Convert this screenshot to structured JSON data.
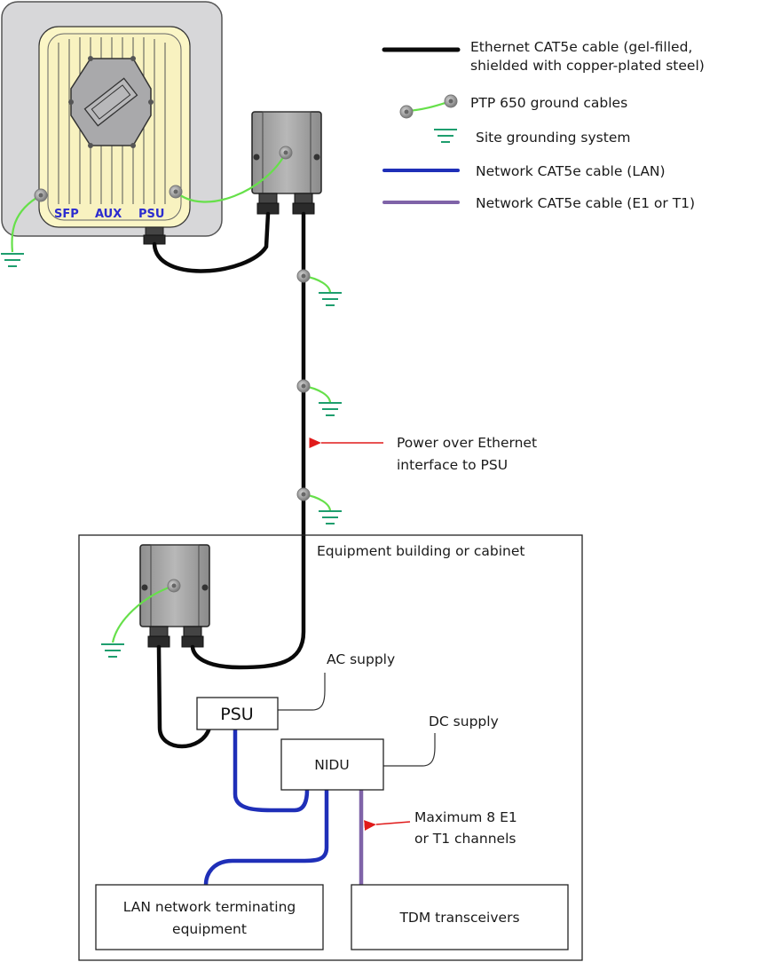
{
  "legend": {
    "ethernet_line1": "Ethernet CAT5e cable (gel-filled,",
    "ethernet_line2": "shielded with copper-plated steel)",
    "ground_cables": "PTP 650 ground cables",
    "site_grounding": "Site grounding system",
    "network_lan": "Network CAT5e cable (LAN)",
    "network_e1t1": "Network CAT5e cable (E1 or T1)"
  },
  "odu_ports": {
    "sfp": "SFP",
    "aux": "AUX",
    "psu": "PSU"
  },
  "annotations": {
    "poe_line1": "Power over Ethernet",
    "poe_line2": "interface to PSU",
    "building": "Equipment building or cabinet",
    "ac_supply": "AC supply",
    "dc_supply": "DC supply",
    "max_line1": "Maximum 8 E1",
    "max_line2": "or T1 channels"
  },
  "boxes": {
    "psu": "PSU",
    "nidu": "NIDU",
    "lan_line1": "LAN network terminating",
    "lan_line2": "equipment",
    "tdm": "TDM transceivers"
  },
  "colors": {
    "ethernet_cable": "#0a0a0a",
    "ground_cable": "#66e04a",
    "site_ground": "#1e9e6e",
    "lan_cable": "#1f2fb8",
    "e1t1_cable": "#7f63a8",
    "arrow": "#e01a1a",
    "port_text": "#2c2ccf"
  }
}
